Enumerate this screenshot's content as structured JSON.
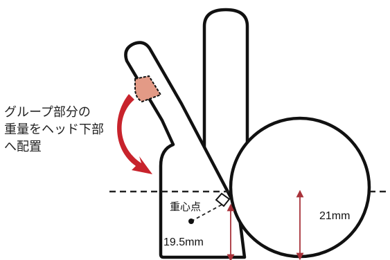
{
  "caption": "グループ部分の\n重量をヘッド下部\nへ配置",
  "labels": {
    "center_of_gravity": "重心点",
    "distance_left": "19.5mm",
    "distance_right": "21mm"
  },
  "colors": {
    "outline": "#111111",
    "arrow_red": "#c8232c",
    "grip_tip": "#e39a86",
    "dimension_line": "#a8323a",
    "dashed_line": "#222222"
  }
}
